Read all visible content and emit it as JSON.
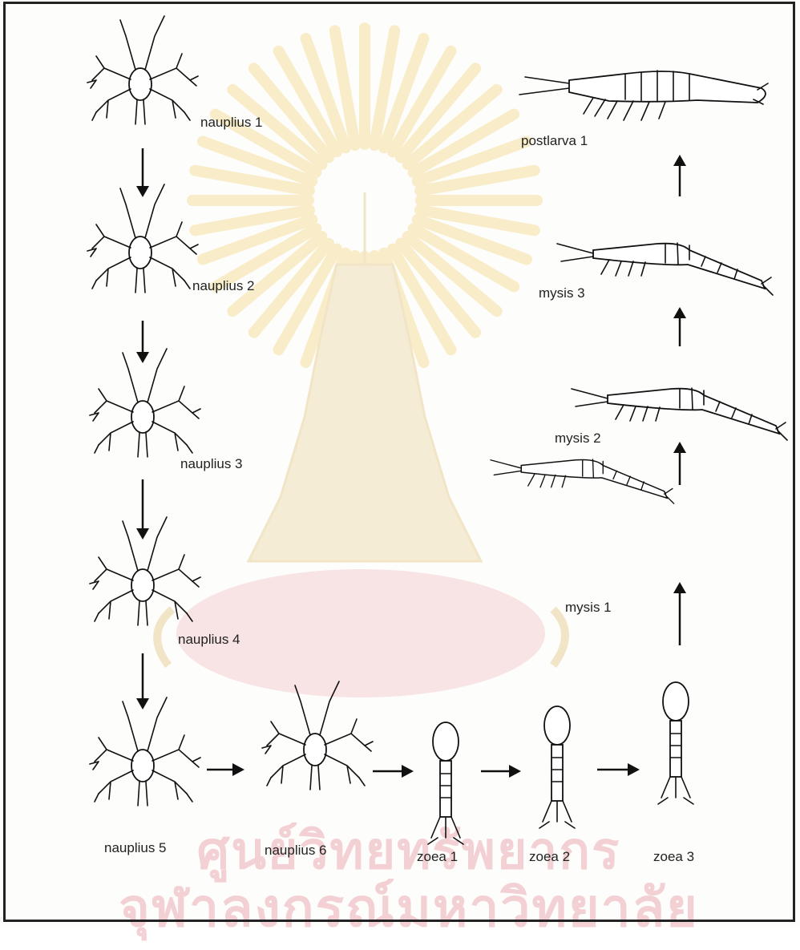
{
  "stages": {
    "nauplius_1": "nauplius 1",
    "nauplius_2": "nauplius 2",
    "nauplius_3": "nauplius 3",
    "nauplius_4": "nauplius 4",
    "nauplius_5": "nauplius 5",
    "nauplius_6": "nauplius 6",
    "zoea_1": "zoea 1",
    "zoea_2": "zoea 2",
    "zoea_3": "zoea 3",
    "mysis_1": "mysis 1",
    "mysis_2": "mysis 2",
    "mysis_3": "mysis 3",
    "postlarva_1": "postlarva 1"
  },
  "watermark": {
    "line1": "ศูนย์วิทยทรัพยากร",
    "line2": "จุฬาลงกรณ์มหาวิทยาลัย",
    "seal_color": "#f6d98c",
    "text_color": "#f2c9cd"
  }
}
